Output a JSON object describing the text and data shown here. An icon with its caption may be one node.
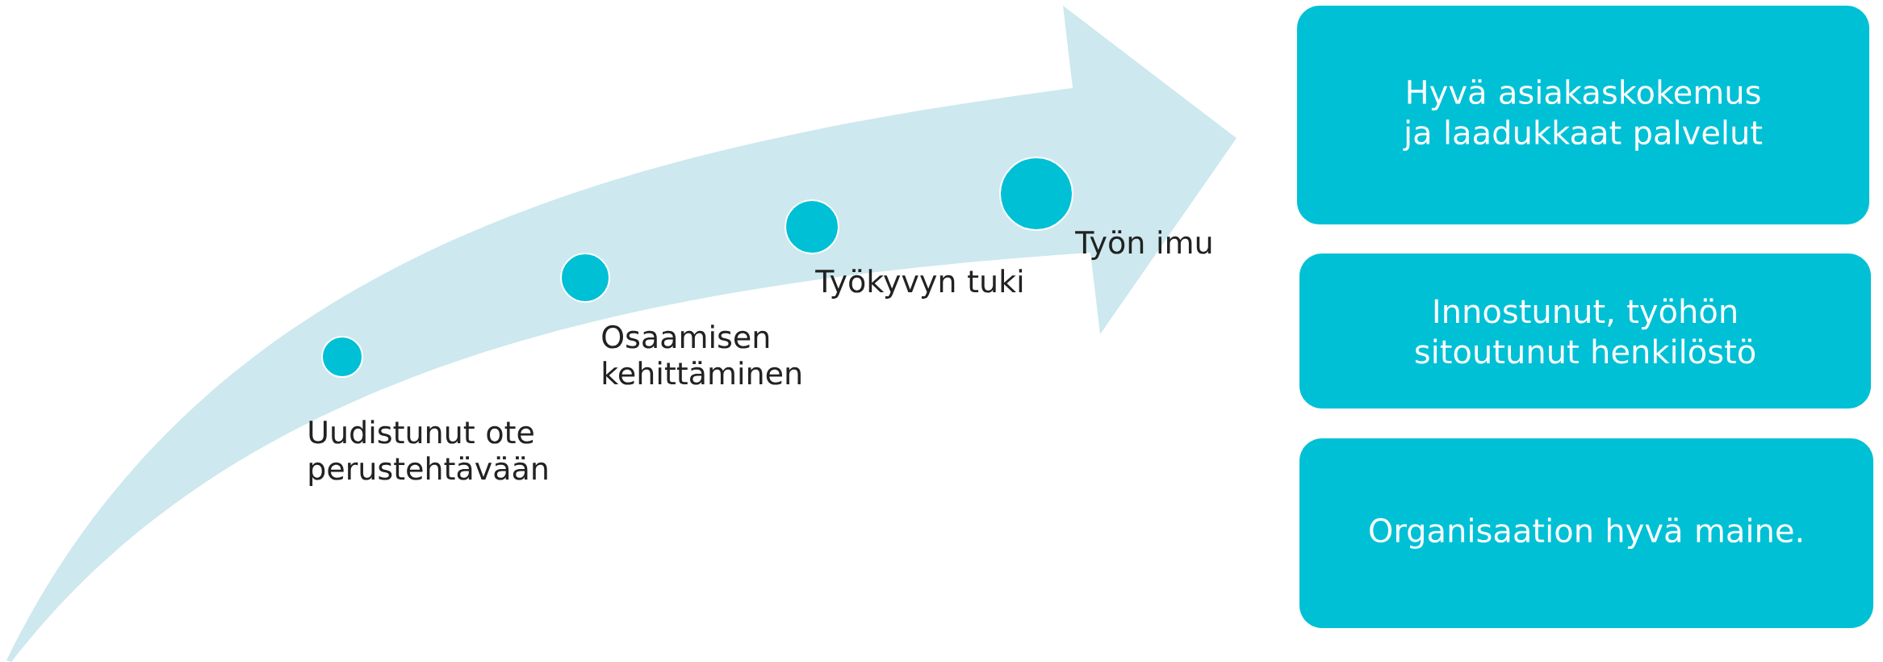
{
  "diagram": {
    "nodes": [
      {
        "text": [],
        "shape": "circle",
        "beside": [
          "Uudistunut ote perustehtävään"
        ]
      },
      {
        "text": [],
        "shape": "circle",
        "beside": [
          "Osaamisen kehittäminen"
        ]
      },
      {
        "text": [],
        "shape": "circle",
        "beside": [
          "Työkyvyn tuki"
        ]
      },
      {
        "text": [],
        "shape": "circle",
        "beside": [
          "Työn imu"
        ]
      },
      {
        "text": [
          "Hyvä asiakaskokemus ja laadukkaat palvelut"
        ]
      },
      {
        "text": [
          "Innostunut, työhön sitoutunut henkilöstö"
        ]
      },
      {
        "text": [
          "Organisaation hyvä maine."
        ]
      }
    ]
  }
}
